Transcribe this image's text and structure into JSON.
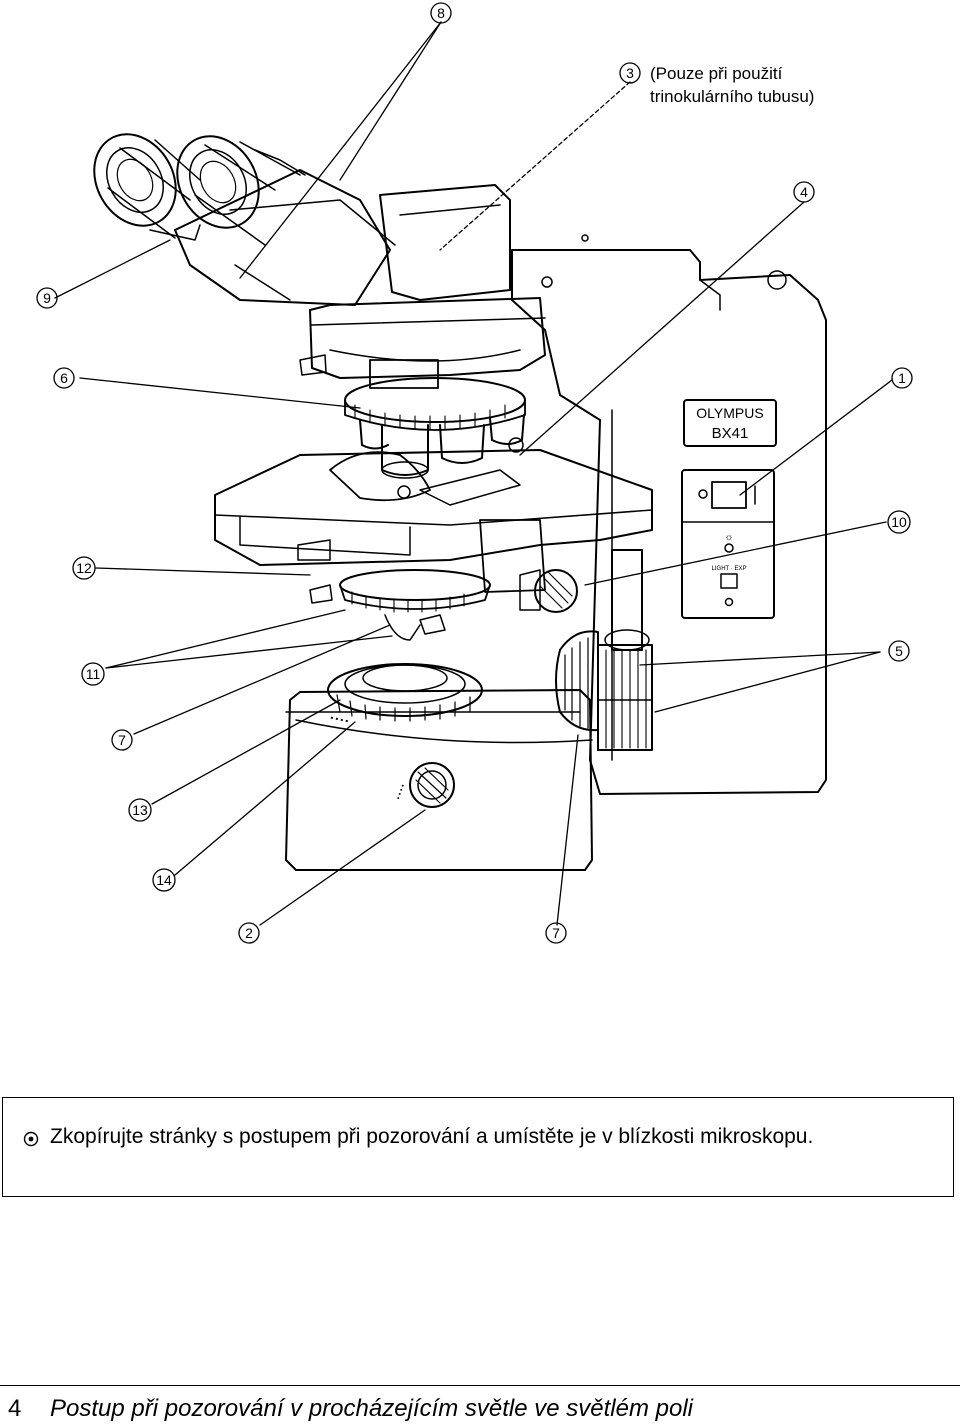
{
  "trinocular_note": {
    "number": "3",
    "line1": "(Pouze při použití",
    "line2": "trinokulárního tubusu)"
  },
  "callouts": {
    "c1": "1",
    "c2": "2",
    "c4": "4",
    "c5": "5",
    "c6": "6",
    "c7a": "7",
    "c7b": "7",
    "c8": "8",
    "c9": "9",
    "c10": "10",
    "c11": "11",
    "c12": "12",
    "c13": "13",
    "c14": "14"
  },
  "microscope": {
    "brand": "OLYMPUS",
    "model": "BX41"
  },
  "note": {
    "icon": "target-bullet-icon",
    "text": "Zkopírujte stránky s postupem při pozorování a umístěte je v blízkosti mikroskopu."
  },
  "footer": {
    "page_number": "4",
    "title": "Postup při pozorování v procházejícím světle ve světlém poli"
  }
}
